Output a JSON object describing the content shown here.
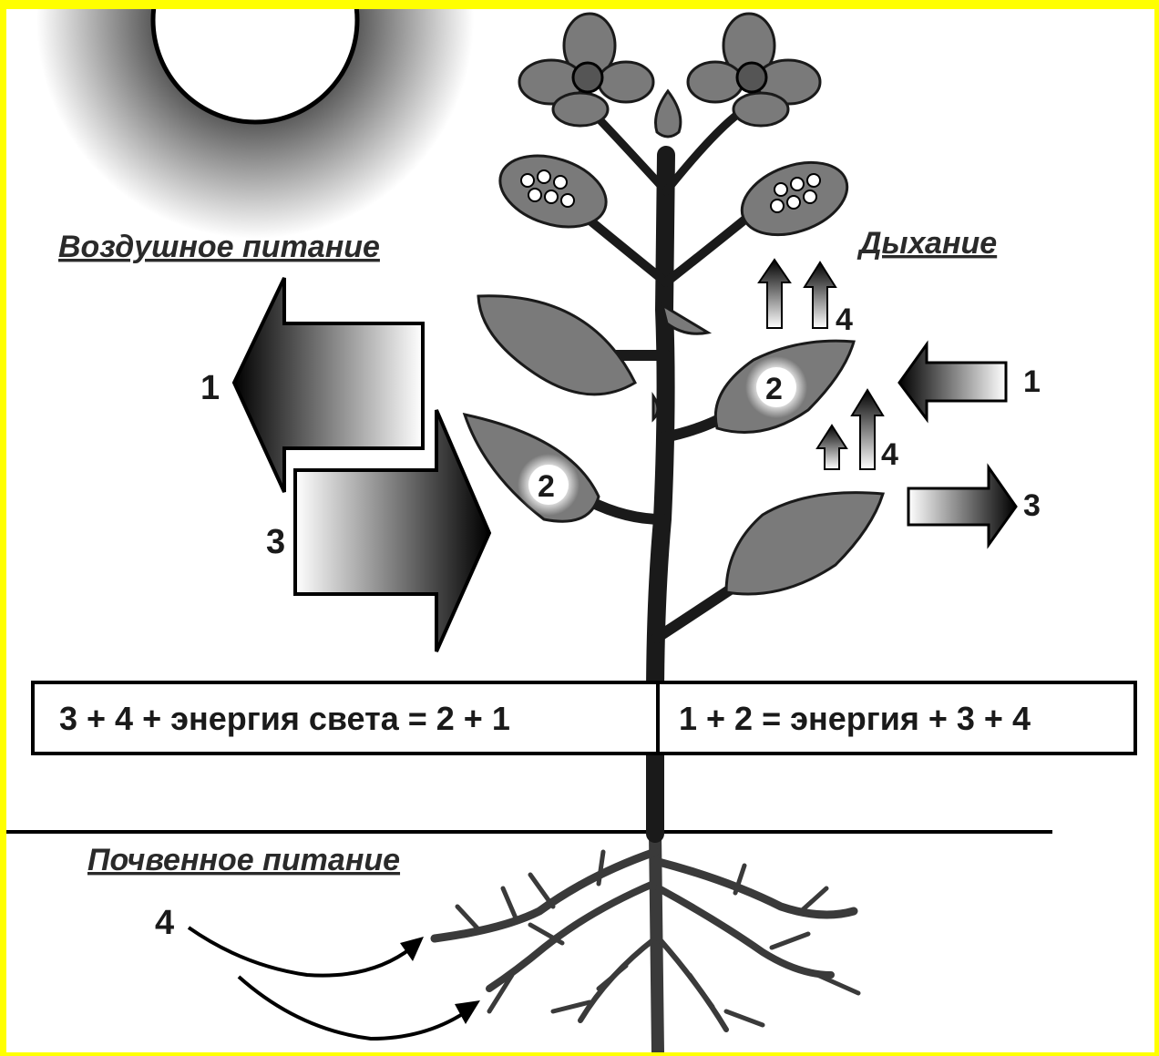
{
  "headings": {
    "air_nutrition": "Воздушное питание",
    "respiration": "Дыхание",
    "soil_nutrition": "Почвенное питание"
  },
  "labels": {
    "left_arrow_out": "1",
    "left_arrow_in": "3",
    "leaf_left_product": "2",
    "leaf_right_product": "2",
    "resp_in_1": "1",
    "resp_out_3": "3",
    "resp_out_4_top": "4",
    "resp_out_4_mid": "4",
    "soil_in_4": "4"
  },
  "equations": {
    "photosynthesis": "3 + 4 + энергия света = 2 + 1",
    "respiration": "1 + 2 = энергия + 3 + 4"
  },
  "colors": {
    "background": "#ffff00",
    "panel": "#ffffff",
    "leaf": "#7a7a7a",
    "outline": "#1a1a1a"
  }
}
